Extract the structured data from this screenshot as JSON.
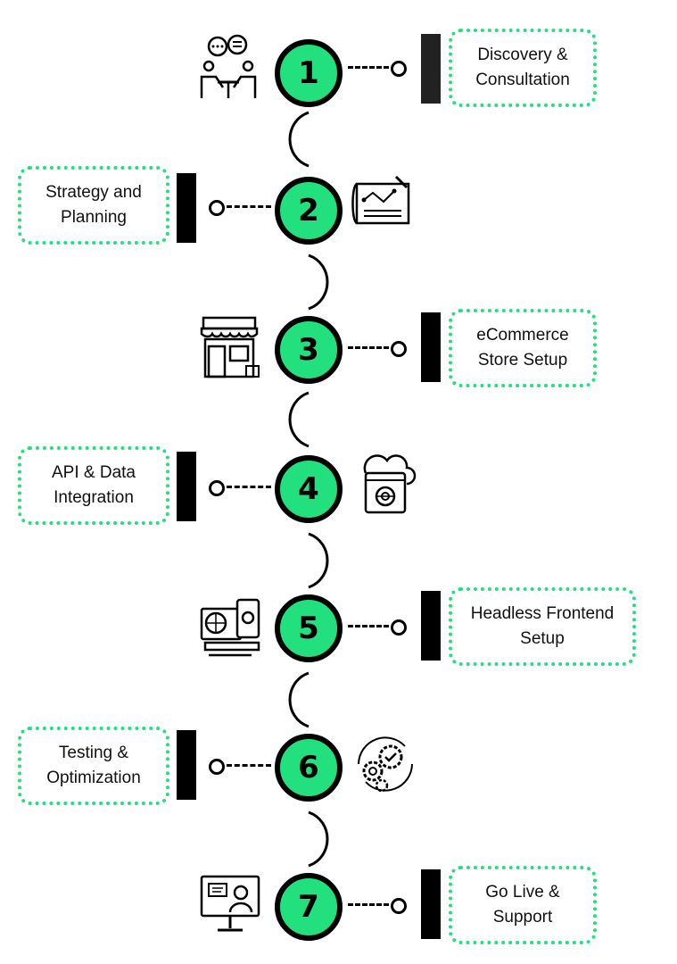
{
  "steps": [
    {
      "number": "1",
      "label_line1": "Discovery &",
      "label_line2": "Consultation",
      "icon": "consultation-meeting-icon",
      "side": "right"
    },
    {
      "number": "2",
      "label_line1": "Strategy and",
      "label_line2": "Planning",
      "icon": "strategy-blueprint-icon",
      "side": "left"
    },
    {
      "number": "3",
      "label_line1": "eCommerce",
      "label_line2": "Store Setup",
      "icon": "storefront-icon",
      "side": "right"
    },
    {
      "number": "4",
      "label_line1": "API & Data",
      "label_line2": "Integration",
      "icon": "cloud-api-settings-icon",
      "side": "left"
    },
    {
      "number": "5",
      "label_line1": "Headless Frontend",
      "label_line2": "Setup",
      "icon": "web-mobile-devices-icon",
      "side": "right"
    },
    {
      "number": "6",
      "label_line1": "Testing &",
      "label_line2": "Optimization",
      "icon": "gears-check-icon",
      "side": "left"
    },
    {
      "number": "7",
      "label_line1": "Go Live &",
      "label_line2": "Support",
      "icon": "support-agent-monitor-icon",
      "side": "right"
    }
  ],
  "colors": {
    "accent": "#22e07e",
    "line": "#000000"
  }
}
